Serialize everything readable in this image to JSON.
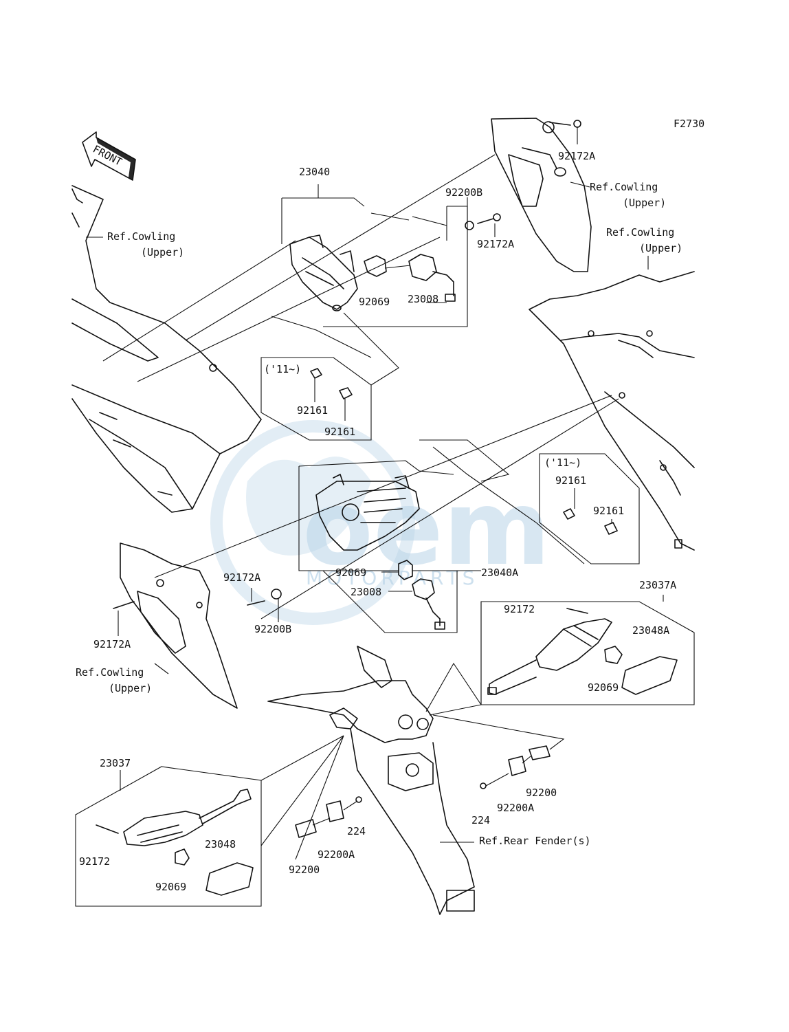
{
  "diagram": {
    "figure_code": "F2730",
    "front_arrow": "FRONT",
    "watermark": {
      "main": "oem",
      "sub": "MOTORPARTS",
      "color": "#b9d4e8"
    },
    "labels": {
      "p23040": "23040",
      "p92200B_top": "92200B",
      "p92172A_top_right": "92172A",
      "p92172A_mid": "92172A",
      "p92069_top": "92069",
      "p23008_top": "23008",
      "ref_cowling_upper_left": "Ref.Cowling",
      "ref_cowling_upper_left_2": "(Upper)",
      "ref_cowling_upper_top": "Ref.Cowling",
      "ref_cowling_upper_top_2": "(Upper)",
      "ref_cowling_upper_right": "Ref.Cowling",
      "ref_cowling_upper_right_2": "(Upper)",
      "note_11_left": "('11~)",
      "p92161_left_a": "92161",
      "p92161_left_b": "92161",
      "note_11_right": "('11~)",
      "p92161_right_a": "92161",
      "p92161_right_b": "92161",
      "p92172A_left": "92172A",
      "p92172A_center": "92172A",
      "p92200B_center": "92200B",
      "p92069_center": "92069",
      "p23040A": "23040A",
      "p23008_center": "23008",
      "ref_cowling_upper_bottom": "Ref.Cowling",
      "ref_cowling_upper_bottom_2": "(Upper)",
      "p23037A": "23037A",
      "p92172_right": "92172",
      "p23048A": "23048A",
      "p92069_right": "92069",
      "p23037": "23037",
      "p92172_left": "92172",
      "p92069_left": "92069",
      "p23048": "23048",
      "p92200_left": "92200",
      "p92200A_left": "92200A",
      "p224_left": "224",
      "p224_right": "224",
      "p92200A_right": "92200A",
      "p92200_right": "92200",
      "ref_rear_fender": "Ref.Rear Fender(s)"
    }
  }
}
